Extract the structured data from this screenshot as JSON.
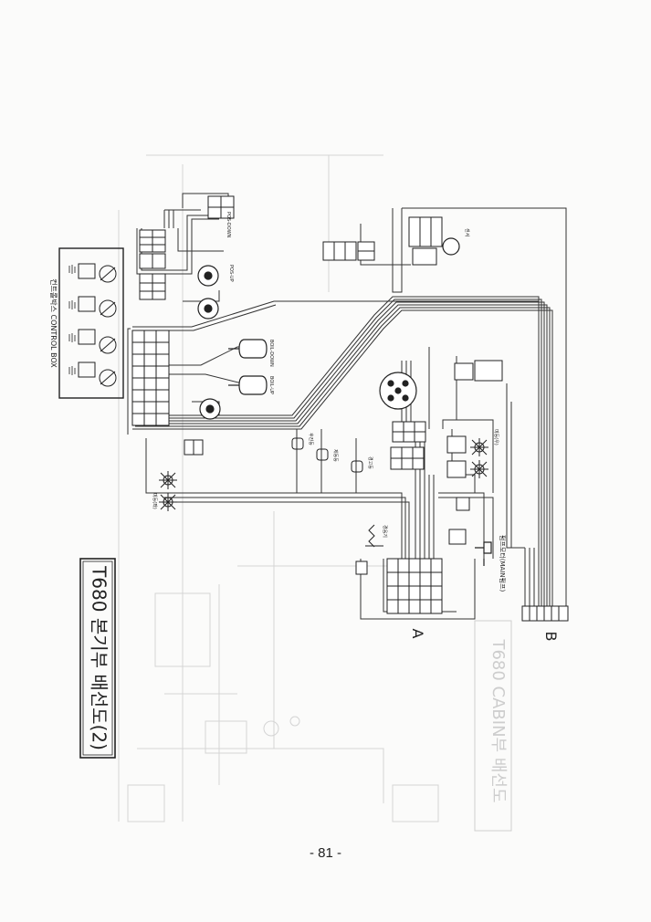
{
  "diagram": {
    "title": "T680 본기부 배선도(2)",
    "control_box_label": "컨트롤박스 CONTROL BOX",
    "connector_a": "A",
    "connector_b": "B",
    "labels": {
      "pdown": "POS-DOWN",
      "pup": "POS-UP",
      "bdown": "BOIL-DOWN",
      "bup": "BOIL-UP",
      "mainpump": "펌프모터(MAIN펌프)",
      "lamp_right": "미등(우)",
      "lamp_left": "미등(좌)",
      "reverse_light": "후진등",
      "brake_light": "제동등",
      "warning_lamp": "경고등",
      "horn": "경음기",
      "sensor": "센서"
    }
  },
  "page_number": "- 81 -"
}
